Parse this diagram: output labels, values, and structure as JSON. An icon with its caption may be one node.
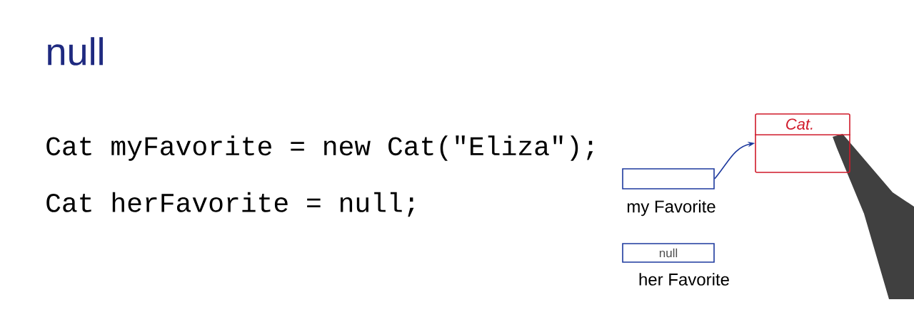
{
  "diagram": {
    "title": "null",
    "nodes": [
      {
        "text": [],
        "shape": "box",
        "beside": [
          "my Favorite"
        ]
      },
      {
        "text": [
          "Cat."
        ]
      },
      {
        "text": [
          "null"
        ],
        "beside": [
          "her Favorite"
        ]
      }
    ],
    "edges": [
      {
        "from": 0,
        "to": 1,
        "arrow": "to"
      }
    ],
    "labels": [
      "Cat myFavorite = new Cat(\"Eliza\");",
      "Cat herFavorite = null;"
    ]
  }
}
